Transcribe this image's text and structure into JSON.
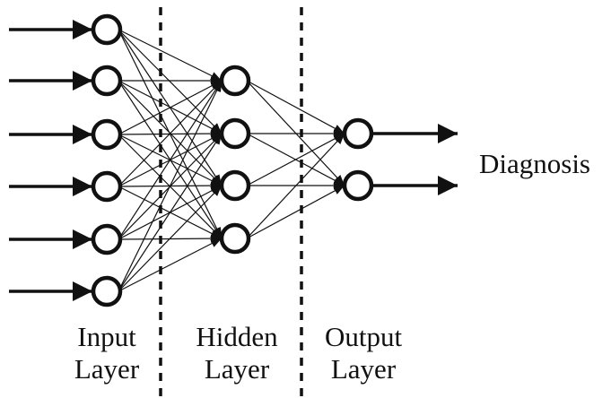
{
  "diagram": {
    "layers": {
      "input": {
        "line1": "Input",
        "line2": "Layer",
        "neurons": 6
      },
      "hidden": {
        "line1": "Hidden",
        "line2": "Layer",
        "neurons": 4
      },
      "output": {
        "line1": "Output",
        "line2": "Layer",
        "neurons": 2
      }
    },
    "output_label": "Diagnosis",
    "colors": {
      "ink": "#111111",
      "background": "#ffffff"
    }
  }
}
